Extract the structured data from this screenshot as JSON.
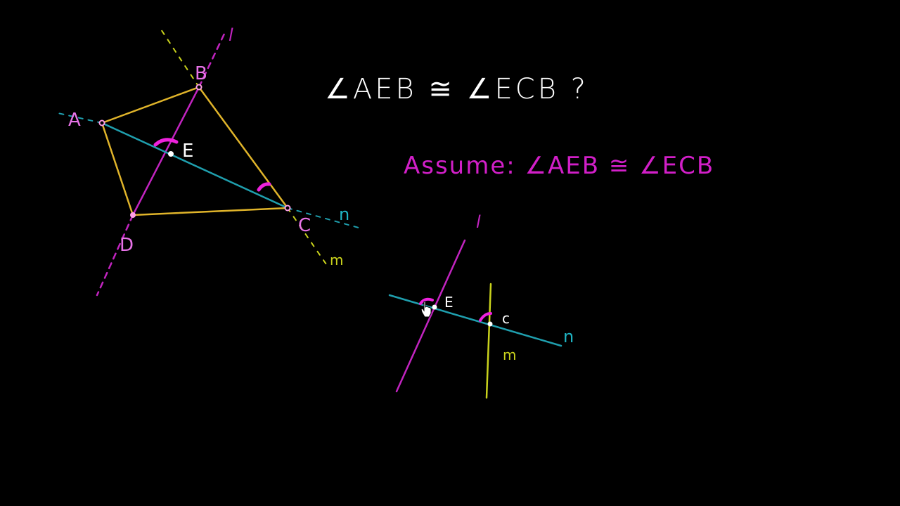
{
  "question": {
    "text": "∠AEB ≅ ∠ECB ?",
    "color": "#ffffff"
  },
  "assumption": {
    "text": "Assume:  ∠AEB  ≅  ∠ECB",
    "color": "#d21fc8"
  },
  "colors": {
    "line_l": "#c224c0",
    "line_n": "#1f9fae",
    "line_m": "#c9d21c",
    "quad_edges": "#e0b42a",
    "angle_mark": "#ee22dd",
    "vertex_point": "#ff9fe6",
    "label_pink": "#e873e8",
    "label_white": "#ffffff"
  },
  "figure_1": {
    "vertex_labels": {
      "A": "A",
      "B": "B",
      "C": "C",
      "D": "D",
      "E": "E"
    },
    "line_labels": {
      "l": "l",
      "n": "n",
      "m": "m"
    }
  },
  "figure_2": {
    "point_labels": {
      "E": "E",
      "C": "c"
    },
    "line_labels": {
      "l": "l",
      "n": "n",
      "m": "m"
    }
  }
}
